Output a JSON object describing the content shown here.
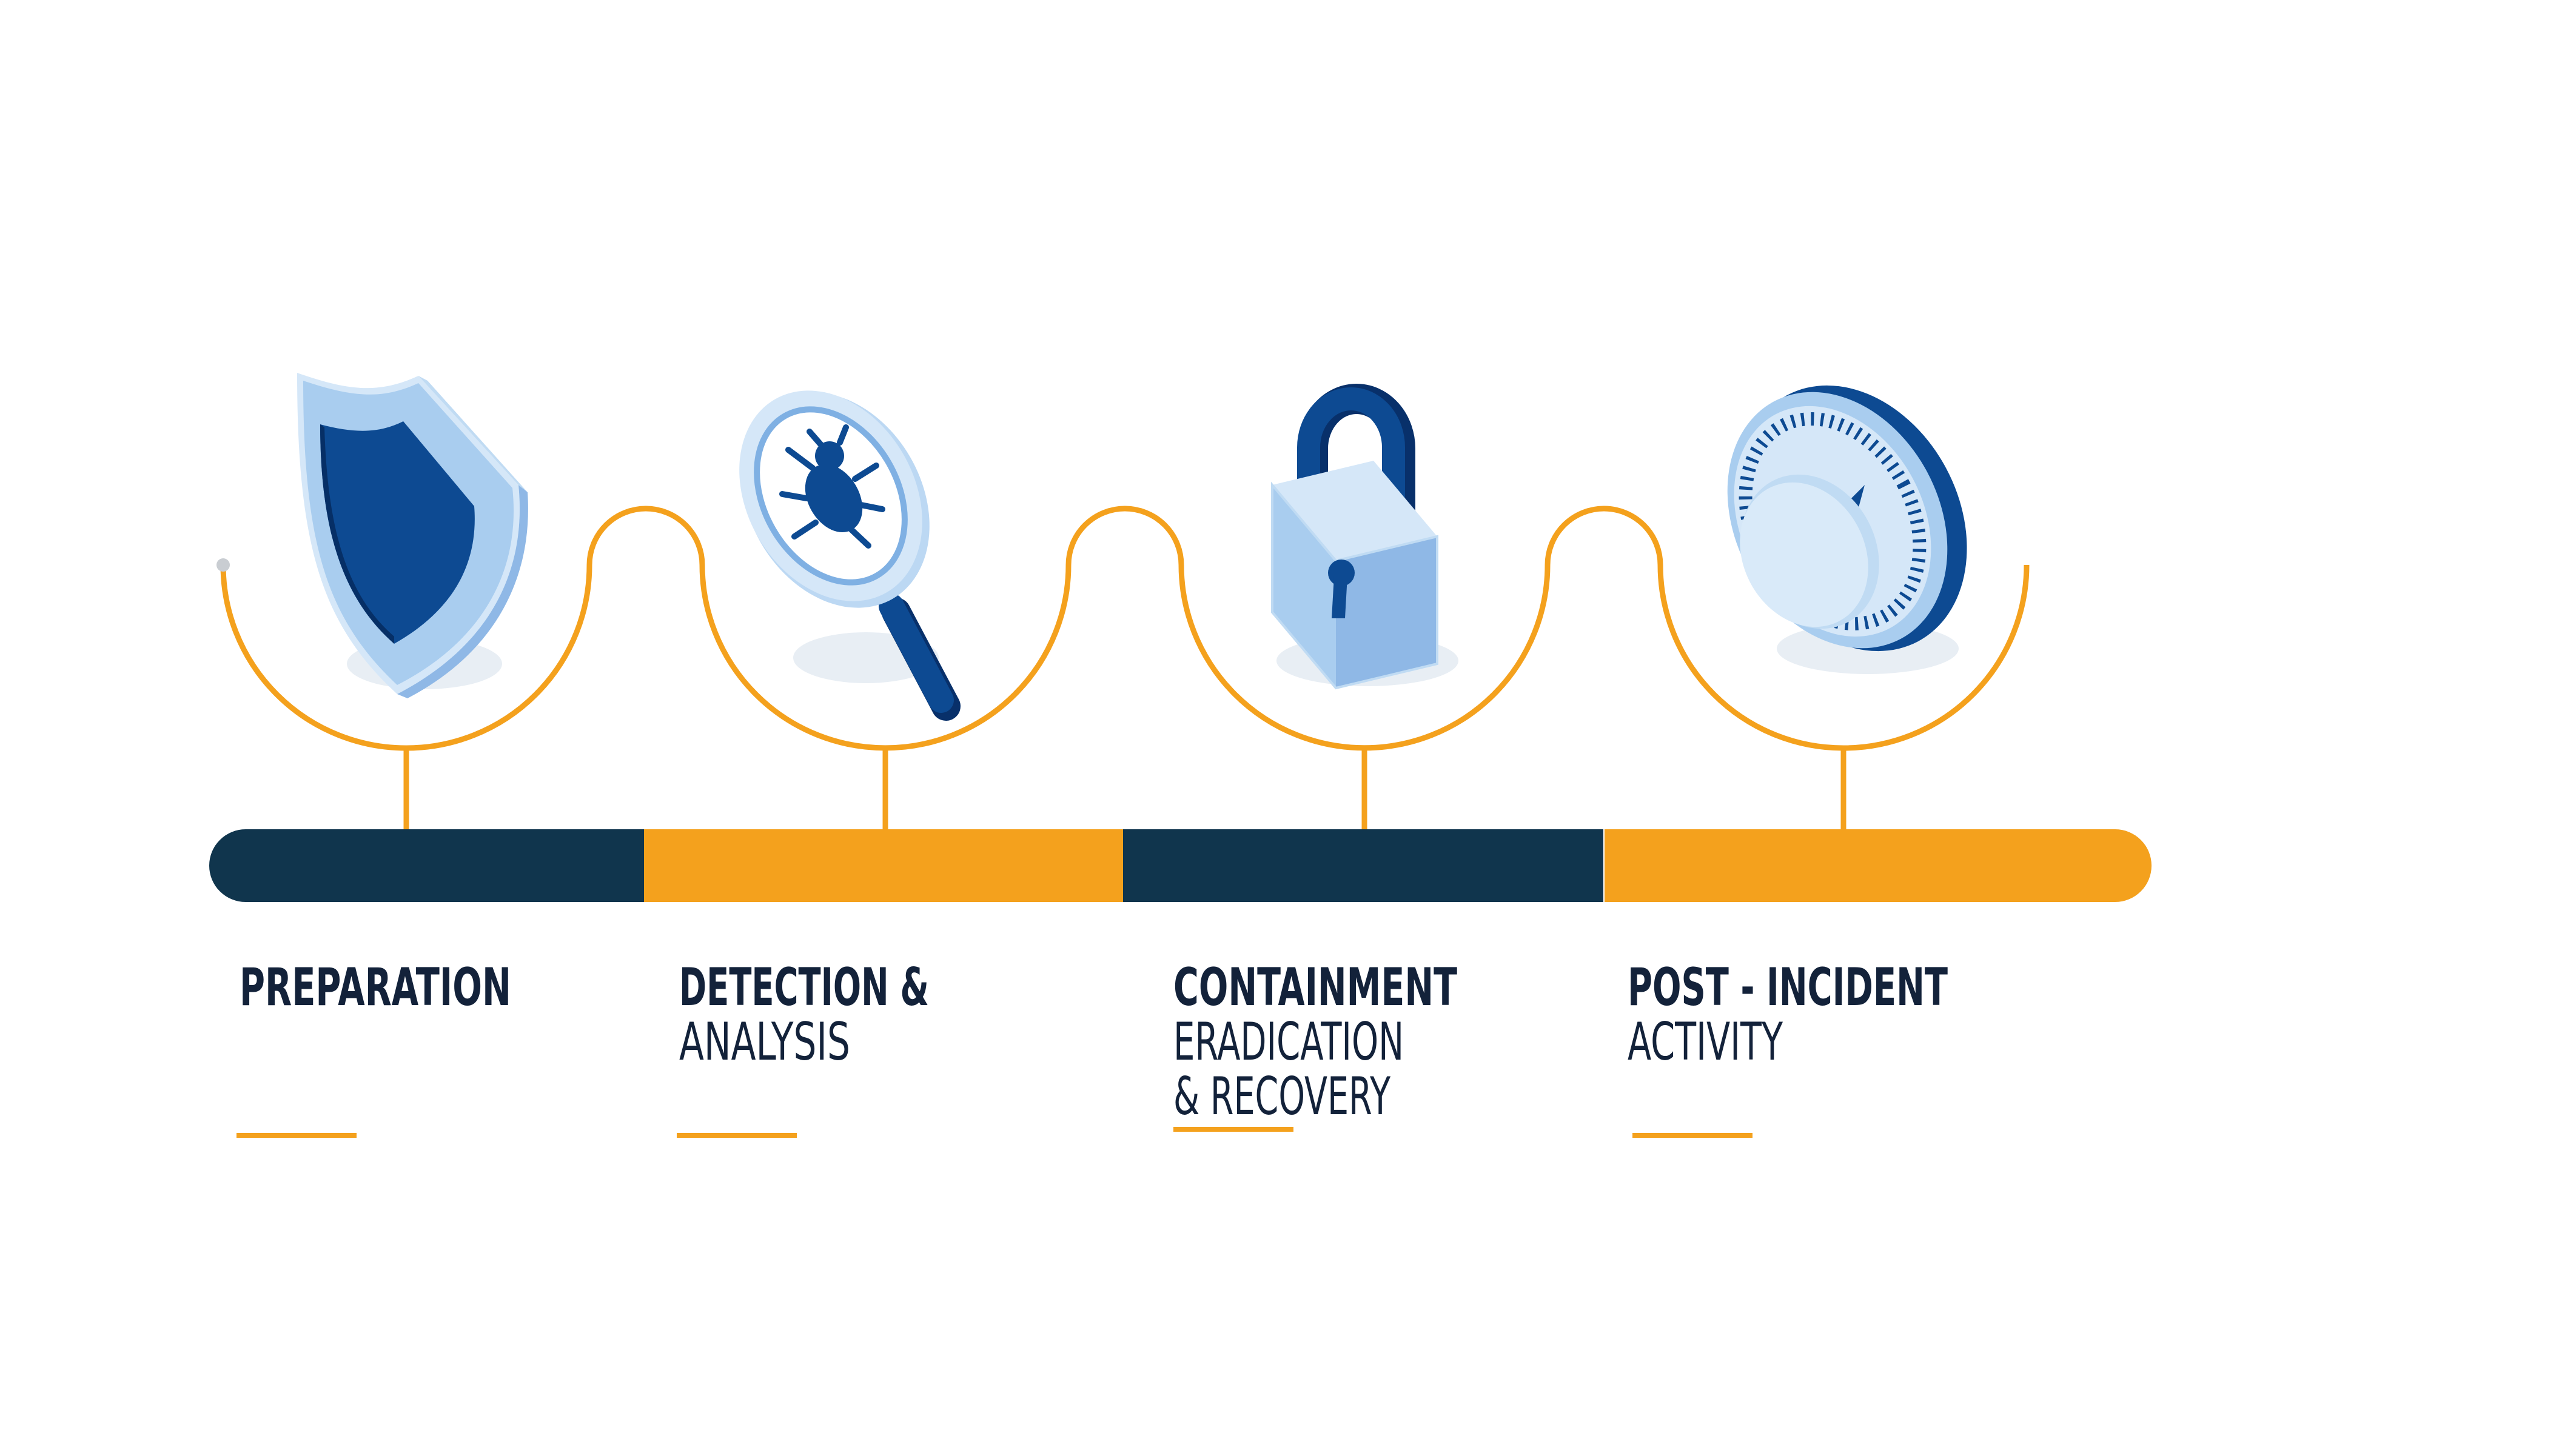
{
  "colors": {
    "accent": "#f4a11d",
    "dark_navy": "#10354d",
    "text": "#13223a",
    "icon_dark_blue": "#0d4a92",
    "icon_light_blue": "#a9cdef",
    "icon_pale_blue": "#d5e7f8",
    "shadow": "#e8eef4"
  },
  "stages": [
    {
      "title": "PREPARATION",
      "subtitle_lines": [],
      "icon": "shield-icon",
      "bar_color": "dark_navy"
    },
    {
      "title": "DETECTION &",
      "subtitle_lines": [
        "ANALYSIS"
      ],
      "icon": "magnifier-bug-icon",
      "bar_color": "accent"
    },
    {
      "title": "CONTAINMENT",
      "subtitle_lines": [
        "ERADICATION",
        "& RECOVERY"
      ],
      "icon": "padlock-icon",
      "bar_color": "dark_navy"
    },
    {
      "title": "POST - INCIDENT",
      "subtitle_lines": [
        "ACTIVITY"
      ],
      "icon": "safe-dial-icon",
      "bar_color": "accent"
    }
  ]
}
